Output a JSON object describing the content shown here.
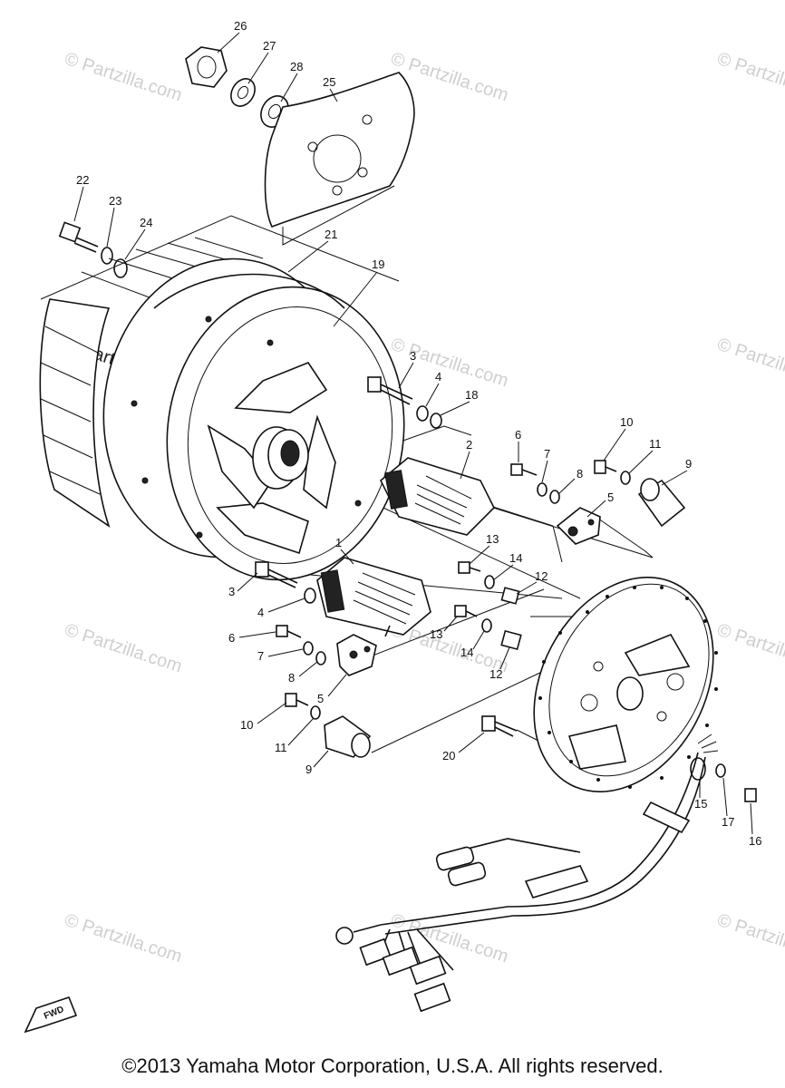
{
  "watermark_text": "© Partzilla.com",
  "copyright": "©2013 Yamaha Motor Corporation, U.S.A. All rights reserved.",
  "fwd_label": "FWD",
  "callouts": [
    {
      "id": "26",
      "label": "26"
    },
    {
      "id": "27",
      "label": "27"
    },
    {
      "id": "28",
      "label": "28"
    },
    {
      "id": "25",
      "label": "25"
    },
    {
      "id": "22",
      "label": "22"
    },
    {
      "id": "23",
      "label": "23"
    },
    {
      "id": "24",
      "label": "24"
    },
    {
      "id": "21",
      "label": "21"
    },
    {
      "id": "19",
      "label": "19"
    },
    {
      "id": "3a",
      "label": "3"
    },
    {
      "id": "4a",
      "label": "4"
    },
    {
      "id": "18",
      "label": "18"
    },
    {
      "id": "2",
      "label": "2"
    },
    {
      "id": "6a",
      "label": "6"
    },
    {
      "id": "7a",
      "label": "7"
    },
    {
      "id": "8a",
      "label": "8"
    },
    {
      "id": "5a",
      "label": "5"
    },
    {
      "id": "10a",
      "label": "10"
    },
    {
      "id": "11a",
      "label": "11"
    },
    {
      "id": "9a",
      "label": "9"
    },
    {
      "id": "13a",
      "label": "13"
    },
    {
      "id": "14a",
      "label": "14"
    },
    {
      "id": "12a",
      "label": "12"
    },
    {
      "id": "1",
      "label": "1"
    },
    {
      "id": "3b",
      "label": "3"
    },
    {
      "id": "4b",
      "label": "4"
    },
    {
      "id": "13b",
      "label": "13"
    },
    {
      "id": "14b",
      "label": "14"
    },
    {
      "id": "12b",
      "label": "12"
    },
    {
      "id": "6b",
      "label": "6"
    },
    {
      "id": "7b",
      "label": "7"
    },
    {
      "id": "8b",
      "label": "8"
    },
    {
      "id": "5b",
      "label": "5"
    },
    {
      "id": "10b",
      "label": "10"
    },
    {
      "id": "11b",
      "label": "11"
    },
    {
      "id": "9b",
      "label": "9"
    },
    {
      "id": "20",
      "label": "20"
    },
    {
      "id": "15",
      "label": "15"
    },
    {
      "id": "17",
      "label": "17"
    },
    {
      "id": "16",
      "label": "16"
    }
  ]
}
